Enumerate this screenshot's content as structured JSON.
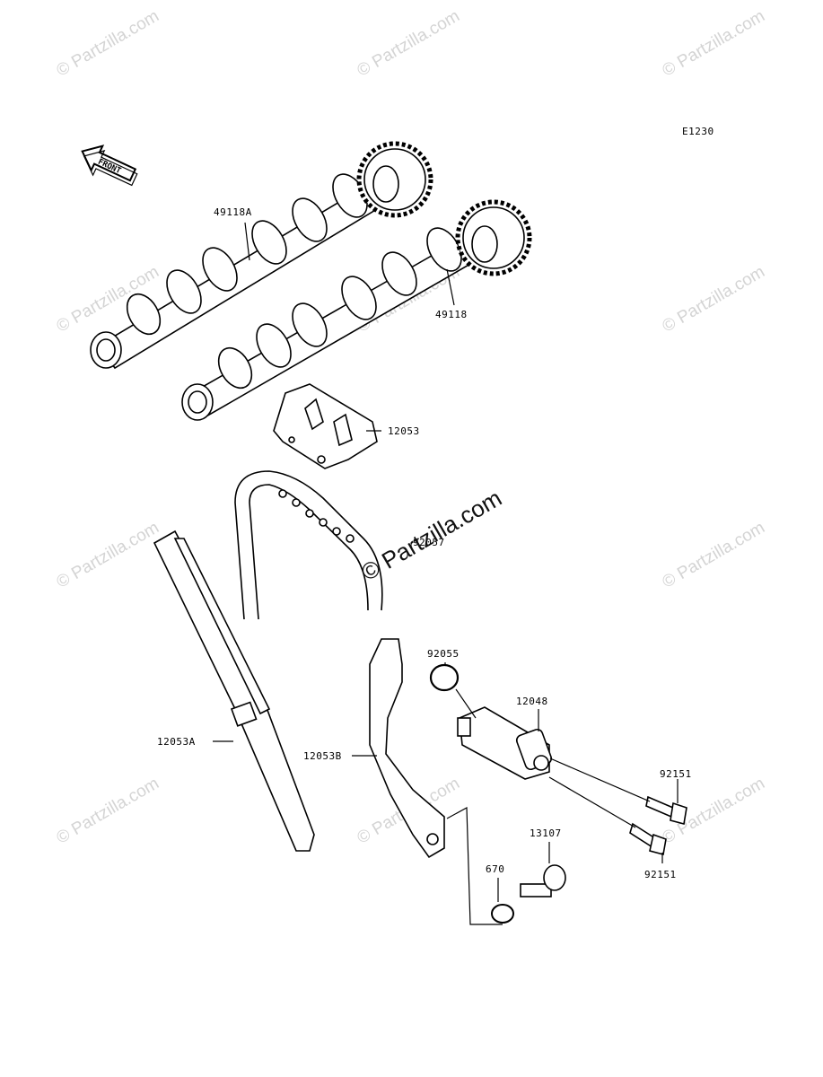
{
  "diagram_code": "E1230",
  "front_label": "FRONT",
  "watermark_text": "© Partzilla.com",
  "center_watermark_text": "© Partzilla.com",
  "parts": [
    {
      "id": "cam-intake",
      "label": "49118A"
    },
    {
      "id": "cam-exhaust",
      "label": "49118"
    },
    {
      "id": "guide-upper",
      "label": "12053"
    },
    {
      "id": "chain",
      "label": "92057"
    },
    {
      "id": "guide-left",
      "label": "12053A"
    },
    {
      "id": "guide-right",
      "label": "12053B"
    },
    {
      "id": "oring-a",
      "label": "92055"
    },
    {
      "id": "tensioner",
      "label": "12048"
    },
    {
      "id": "bolt-a",
      "label": "92151"
    },
    {
      "id": "bolt-b",
      "label": "92151"
    },
    {
      "id": "bolt-pin",
      "label": "13107"
    },
    {
      "id": "oring-b",
      "label": "670"
    }
  ]
}
